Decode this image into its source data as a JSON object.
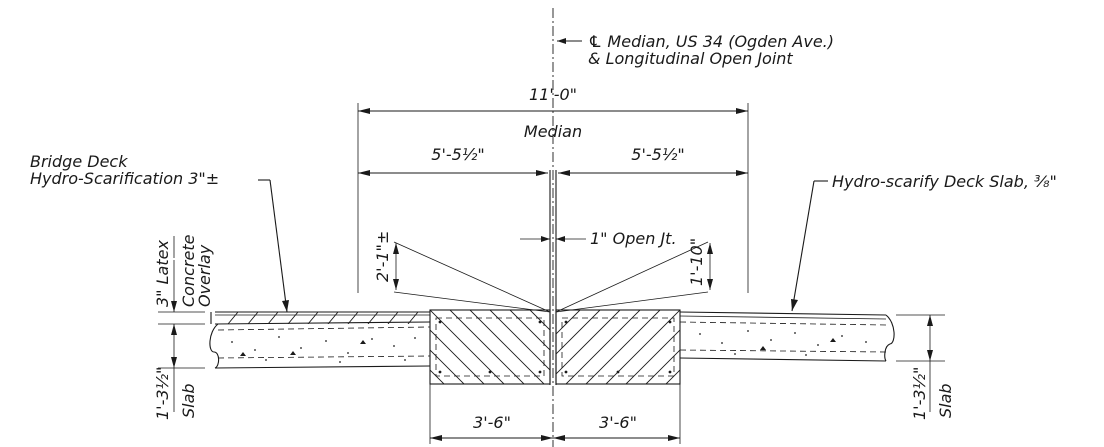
{
  "callouts": {
    "centerline_line1": "℄ Median, US 34 (Ogden Ave.)",
    "centerline_line2": "& Longitudinal Open Joint",
    "bridge_deck_line1": "Bridge Deck",
    "bridge_deck_line2": "Hydro-Scarification 3\"±",
    "hydro_scarify_slab": "Hydro-scarify Deck Slab, ³⁄₈\"",
    "open_joint": "1\" Open Jt."
  },
  "dimensions": {
    "overall_width": "11'-0\"",
    "median_label": "Median",
    "left_half": "5'-5½\"",
    "right_half": "5'-5½\"",
    "left_vertical": "2'-1\"±",
    "right_vertical": "1'-10\"",
    "left_bottom": "3'-6\"",
    "right_bottom": "3'-6\""
  },
  "left_labels": {
    "overlay_thickness": "3\" Latex",
    "overlay_line1": "Concrete",
    "overlay_line2": "Overlay",
    "slab_thickness": "1'-3½\"",
    "slab": "Slab"
  },
  "right_labels": {
    "slab_thickness": "1'-3½\"",
    "slab": "Slab"
  }
}
